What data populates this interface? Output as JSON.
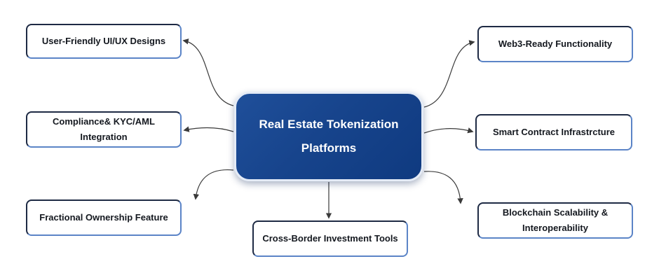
{
  "center": {
    "title": "Real Estate Tokenization Platforms"
  },
  "nodes": {
    "ux": "User-Friendly UI/UX Designs",
    "compliance": "Compliance& KYC/AML Integration",
    "fractional": "Fractional Ownership Feature",
    "cross_border": "Cross-Border Investment Tools",
    "web3": "Web3-Ready Functionality",
    "smart_contract": "Smart Contract Infrastrcture",
    "blockchain": "Blockchain Scalability & Interoperability"
  },
  "colors": {
    "center_fill": "#17448c",
    "node_border": "#1e2a44",
    "node_accent": "#5b84c7",
    "connector": "#3a3a3a"
  }
}
